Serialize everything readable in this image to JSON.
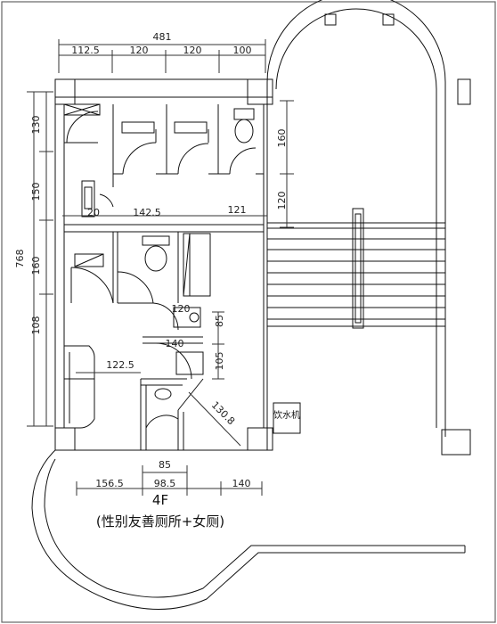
{
  "floor_label": "4F",
  "subtitle": "(性别友善厕所+女厕)",
  "sign_label": "饮水机",
  "dimensions": {
    "top_total": "481",
    "top_segments": [
      "112.5",
      "120",
      "120",
      "100"
    ],
    "left_total": "768",
    "left_segments": [
      "130",
      "150",
      "160",
      "108"
    ],
    "right_segments": [
      "160",
      "120"
    ],
    "inner": [
      "20",
      "142.5",
      "121",
      "120",
      "85",
      "140",
      "105",
      "122.5",
      "130.8"
    ],
    "bottom_top": "85",
    "bottom_segments": [
      "156.5",
      "98.5",
      "140"
    ]
  }
}
